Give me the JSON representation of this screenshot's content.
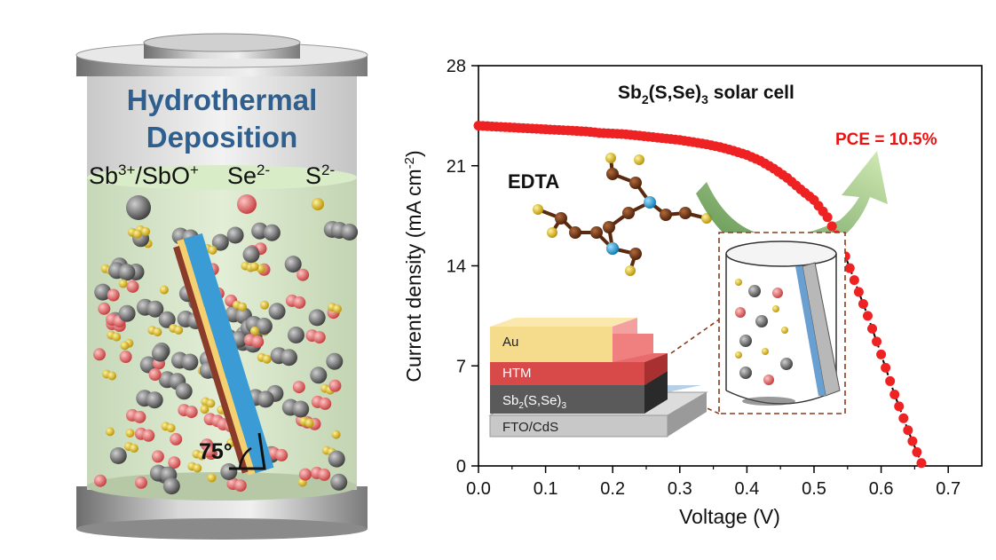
{
  "reactor": {
    "title_line1": "Hydrothermal",
    "title_line2": "Deposition",
    "ions": {
      "sb": "Sb",
      "sb_sup": "3+",
      "sep": "/SbO",
      "sbo_sup": "+",
      "se": "Se",
      "se_sup": "2-",
      "s": "S",
      "s_sup": "2-"
    },
    "angle_label": "75°",
    "colors": {
      "sb": "#555555",
      "se": "#e06060",
      "s": "#e0c020",
      "substrate": "#3b9bd5"
    }
  },
  "device_stack": {
    "layers": [
      {
        "label": "Au",
        "color": "#f5dc8c"
      },
      {
        "label": "HTM",
        "color": "#d84a4a"
      },
      {
        "label": "Sb",
        "sub1": "2",
        "mid": "(S,Se)",
        "sub2": "3",
        "color": "#5a5a5a"
      },
      {
        "label": "FTO/CdS",
        "color": "#c8c8c8"
      }
    ]
  },
  "molecule_label": "EDTA",
  "chart_data": {
    "type": "line",
    "title_parts": {
      "a": "Sb",
      "sub1": "2",
      "b": "(S,Se)",
      "sub2": "3",
      "c": " solar cell"
    },
    "annotation": "PCE = 10.5%",
    "xlabel": "Voltage (V)",
    "ylabel_parts": {
      "a": "Current density (mA cm",
      "sup": "-2",
      "b": ")"
    },
    "xlim": [
      0,
      0.75
    ],
    "ylim": [
      0,
      28
    ],
    "x_ticks": [
      "0.0",
      "0.1",
      "0.2",
      "0.3",
      "0.4",
      "0.5",
      "0.6",
      "0.7"
    ],
    "y_ticks": [
      "0",
      "7",
      "14",
      "21",
      "28"
    ],
    "x_tick_values": [
      0,
      0.1,
      0.2,
      0.3,
      0.4,
      0.5,
      0.6,
      0.7
    ],
    "y_tick_values": [
      0,
      7,
      14,
      21,
      28
    ],
    "series": [
      {
        "marker_color": "#ee1111",
        "line_color": "#000000",
        "x": [
          0.0,
          0.02,
          0.04,
          0.06,
          0.08,
          0.1,
          0.12,
          0.14,
          0.16,
          0.18,
          0.2,
          0.22,
          0.24,
          0.26,
          0.28,
          0.3,
          0.32,
          0.34,
          0.36,
          0.38,
          0.4,
          0.42,
          0.44,
          0.46,
          0.48,
          0.5,
          0.52,
          0.54,
          0.56,
          0.58,
          0.6,
          0.62,
          0.64,
          0.66
        ],
        "y": [
          23.8,
          23.75,
          23.7,
          23.65,
          23.6,
          23.55,
          23.5,
          23.45,
          23.4,
          23.3,
          23.25,
          23.2,
          23.1,
          23.0,
          22.9,
          22.8,
          22.65,
          22.5,
          22.3,
          22.05,
          21.75,
          21.35,
          20.8,
          20.15,
          19.35,
          18.6,
          17.4,
          15.5,
          13.0,
          10.5,
          7.8,
          5.0,
          2.5,
          0.2
        ]
      }
    ]
  }
}
